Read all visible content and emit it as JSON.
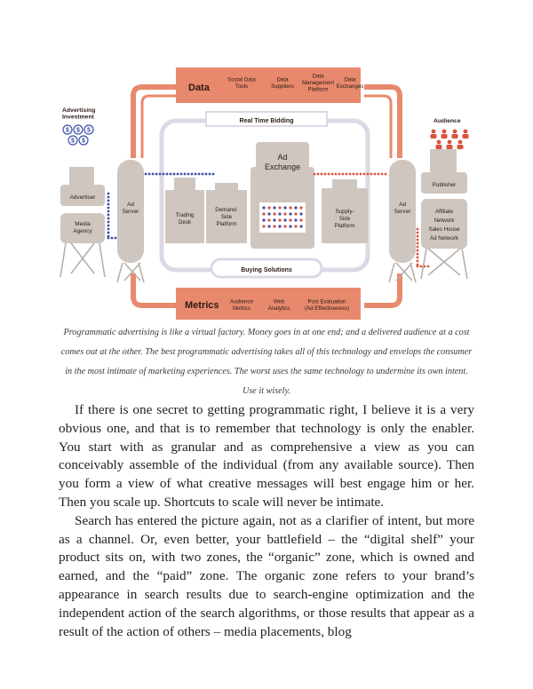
{
  "figure": {
    "data_bar": {
      "title": "Data",
      "items": [
        "Social Data Tools",
        "Data Suppliers",
        "Data Management Platform",
        "Data Exchanges"
      ],
      "lines": [
        [
          "Social Data",
          "Tools"
        ],
        [
          "Data",
          "Suppliers"
        ],
        [
          "Data",
          "Management",
          "Platform"
        ],
        [
          "Data",
          "Exchanges"
        ]
      ]
    },
    "rtb_label": "Real Time Bidding",
    "advertising_investment": {
      "label": "Advertising Investment",
      "lines": [
        "Advertising",
        "Investment"
      ],
      "coin_symbol": "$"
    },
    "audience": {
      "label": "Audience"
    },
    "advertiser": "Advertiser",
    "media_agency": {
      "label": "Media Agency",
      "lines": [
        "Media",
        "Agency"
      ]
    },
    "ad_server_left": {
      "label": "Ad Server",
      "lines": [
        "Ad",
        "Server"
      ]
    },
    "ad_server_right": {
      "label": "Ad Server",
      "lines": [
        "Ad",
        "Server"
      ]
    },
    "trading_desk": {
      "label": "Trading Desk",
      "lines": [
        "Trading",
        "Desk"
      ]
    },
    "dsp": {
      "label": "Demand-Side Platform",
      "lines": [
        "Demand-",
        "Side",
        "Platform"
      ]
    },
    "ad_exchange": {
      "label": "Ad Exchange",
      "lines": [
        "Ad",
        "Exchange"
      ]
    },
    "ssp": {
      "label": "Supply-Side Platform",
      "lines": [
        "Supply-",
        "Side",
        "Platform"
      ]
    },
    "publisher": "Publisher",
    "publisher_list": [
      "Affiliate Network",
      "Sales House",
      "Ad Network"
    ],
    "affiliate_lines": [
      "Affiliate",
      "Network"
    ],
    "buying_solutions": "Buying Solutions",
    "metrics_bar": {
      "title": "Metrics",
      "items": [
        "Audience Metrics",
        "Web Analytics",
        "Post Evaluation (Ad Effectiveness)"
      ],
      "lines": [
        [
          "Audience",
          "Metrics"
        ],
        [
          "Web",
          "Analytics"
        ],
        [
          "Post Evaluation",
          "(Ad Effectiveness)"
        ]
      ]
    },
    "colors": {
      "accent": "#e8896d",
      "accent_dark": "#c9573c",
      "machine": "#cfc6c0",
      "machine_dark": "#a8a09a",
      "dots_blue": "#3a4fa8",
      "dots_red": "#d8533c"
    }
  },
  "caption": "Programmatic advertising is like a virtual factory. Money goes in at one end; and a delivered audience at a cost comes out at the other. The best programmatic advertising takes all of this technology and envelops the consumer in the most intimate of marketing experiences. The worst uses the same technology to undermine its own intent. Use it wisely.",
  "paragraphs": [
    "If there is one secret to getting programmatic right, I believe it is a very obvious one, and that is to remember that technology is only the enabler. You start with as granular and as comprehensive a view as you can conceivably assemble of the individual (from any available source). Then you form a view of what creative messages will best engage him or her. Then you scale up. Shortcuts to scale will never be intimate.",
    "Search has entered the picture again, not as a clarifier of intent, but more as a channel. Or, even better, your battlefield – the “digital shelf” your product sits on, with two zones, the “organic” zone, which is owned and earned, and the “paid” zone. The organic zone refers to your brand’s appearance in search results due to search-engine optimization and the independent action of the search algorithms, or those results that appear as a result of the action of others – media placements, blog"
  ]
}
